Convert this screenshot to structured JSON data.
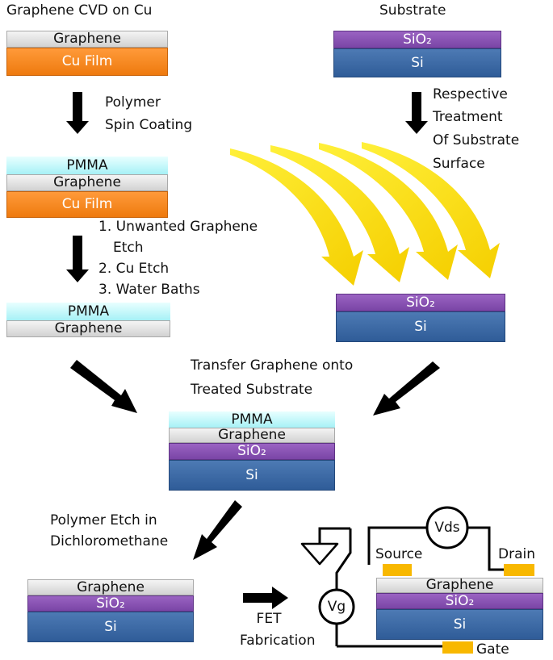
{
  "headings": {
    "left": "Graphene CVD on Cu",
    "right": "Substrate"
  },
  "layers": {
    "graphene": "Graphene",
    "cu_film": "Cu Film",
    "pmma": "PMMA",
    "sio2": "SiO₂",
    "si": "Si"
  },
  "steps": {
    "spin_line1": "Polymer",
    "spin_line2": "Spin Coating",
    "treat_line1": "Respective",
    "treat_line2": "Treatment",
    "treat_line3": "Of Substrate",
    "treat_line4": "Surface",
    "etch1_line1": "1. Unwanted Graphene",
    "etch1_line2": "Etch",
    "etch2": "2. Cu Etch",
    "etch3": "3. Water Baths",
    "transfer_line1": "Transfer Graphene onto",
    "transfer_line2": "Treated Substrate",
    "polymer_etch_line1": "Polymer Etch in",
    "polymer_etch_line2": "Dichloromethane",
    "fet_line1": "FET",
    "fet_line2": "Fabrication"
  },
  "device": {
    "vds": "Vds",
    "vg": "Vg",
    "source": "Source",
    "drain": "Drain",
    "gate": "Gate"
  },
  "colors": {
    "graphene": "#d9d9d9",
    "cu_film": "#f58220",
    "pmma": "#b9f5f8",
    "sio2": "#8a52b5",
    "si": "#3b68a6",
    "process_arrow": "#000000",
    "treatment_arrow": "#ffe000",
    "contact_pad": "#f8b800"
  }
}
